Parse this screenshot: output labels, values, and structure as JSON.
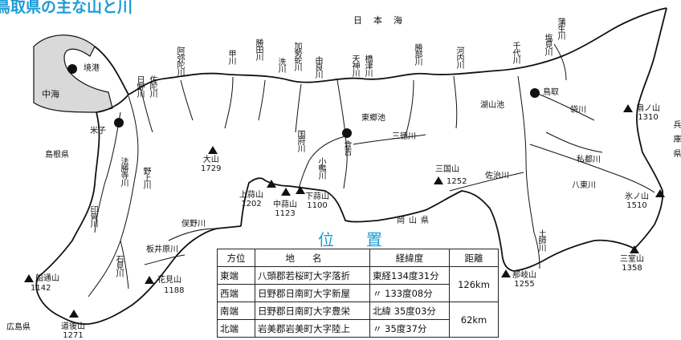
{
  "title": "鳥取県の主な山と川",
  "seas": {
    "sea": "日本海",
    "lake_nakaumi": "中海",
    "lake_koyama": "湖山池",
    "lake_togo": "東郷池"
  },
  "prefectures": {
    "shimane": "島根県",
    "hiroshima": "広島県",
    "okayama": "岡山県",
    "hyogo": "兵庫県"
  },
  "cities": {
    "sakaiminato": "境港",
    "yonago": "米子",
    "kurayoshi": "倉吉",
    "tottori": "鳥取"
  },
  "mountains": {
    "daisen": {
      "name": "大山",
      "elev": "1729"
    },
    "kamihiruzen": {
      "name": "上蒜山",
      "elev": "1202"
    },
    "nakahiruzen": {
      "name": "中蒜山",
      "elev": "1123"
    },
    "shimohiruzen": {
      "name": "下蒜山",
      "elev": "1100"
    },
    "mikuniyama": {
      "name": "三国山",
      "elev": "1252"
    },
    "oginosen": {
      "name": "扇ノ山",
      "elev": "1310"
    },
    "hyonosen": {
      "name": "氷ノ山",
      "elev": "1510"
    },
    "sanbuseyama": {
      "name": "三室山",
      "elev": "1358"
    },
    "nagisan": {
      "name": "那岐山",
      "elev": "1255"
    },
    "funatsuyama": {
      "name": "船通山",
      "elev": "1142"
    },
    "hanamiyama": {
      "name": "花見山",
      "elev": "1188"
    },
    "dogoyama": {
      "name": "道後山",
      "elev": "1271"
    }
  },
  "rivers": {
    "hino": "日野川",
    "sada": "佐陀川",
    "amida": "阿弥陀川",
    "ko": "甲川",
    "katsuta": "勝田川",
    "arai": "洗川",
    "kaseichi": "加勢蛇川",
    "yura": "由良川",
    "tenjin": "天神川",
    "hashizu": "橋津川",
    "katsube": "勝部川",
    "kawachi": "河内川",
    "sendai": "千代川",
    "gamou": "蒲生川",
    "kagami": "塩見川",
    "fukuro": "袋川",
    "shitoro": "私都川",
    "hatto": "八東川",
    "sazui": "佐治川",
    "tokusei": "三徳川",
    "kokufu": "国府川",
    "ogamo": "小鴨川",
    "hojoji": "法勝寺川",
    "nogami": "野上川",
    "inka": "印賀川",
    "ishimi": "石見川",
    "itaibara": "板井原川",
    "matano": "俣野川",
    "hitosu": "土師川"
  },
  "position": {
    "title": "位置",
    "headers": [
      "方位",
      "地名",
      "経緯度",
      "距離"
    ],
    "rows": [
      {
        "dir": "東端",
        "place": "八頭郡若桜町大字落折",
        "coord": "東経134度31分"
      },
      {
        "dir": "西端",
        "place": "日野郡日南町大字新屋",
        "coord": "〃 133度08分"
      },
      {
        "dir": "南端",
        "place": "日野郡日南町大字豊栄",
        "coord": "北緯 35度03分"
      },
      {
        "dir": "北端",
        "place": "岩美郡岩美町大字陸上",
        "coord": "〃 35度37分"
      }
    ],
    "dist_ew": "126km",
    "dist_ns": "62km"
  },
  "colors": {
    "accent": "#1a9bd6",
    "lake": "#d9d9d9",
    "line": "#111111"
  }
}
